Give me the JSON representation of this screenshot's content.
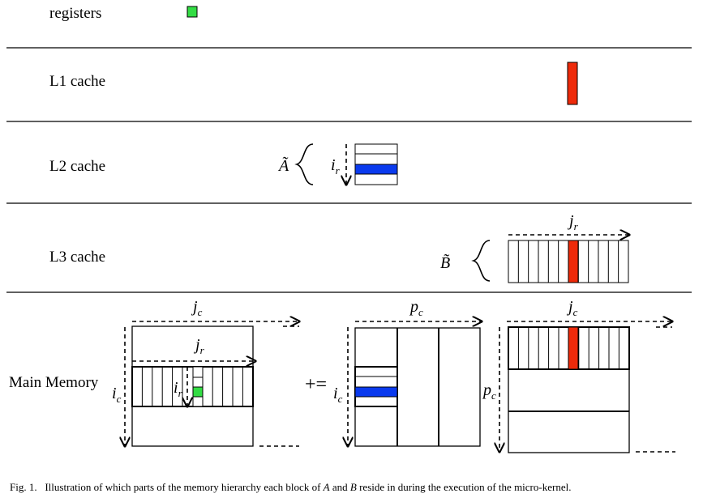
{
  "levels": {
    "registers": "registers",
    "l1": "L1 cache",
    "l2": "L2 cache",
    "l3": "L3 cache",
    "main": "Main Memory"
  },
  "symbols": {
    "a_tilde": "Ã",
    "b_tilde": "B̃",
    "i": "i",
    "j": "j",
    "p": "p",
    "sub_r": "r",
    "sub_c": "c",
    "plus_equals": "+="
  },
  "colors": {
    "register_block": "#33dd44",
    "l1_block": "#ee2a0a",
    "l2_block": "#0a3aee",
    "l3_block": "#ee2a0a",
    "lines": "#000000"
  },
  "caption": {
    "prefix": "Fig. 1.",
    "part1": "Illustration of which parts of the memory hierarchy each block of",
    "var_a": "A",
    "part2": "and",
    "var_b": "B",
    "part3": "reside in during the execution of the micro-kernel."
  }
}
